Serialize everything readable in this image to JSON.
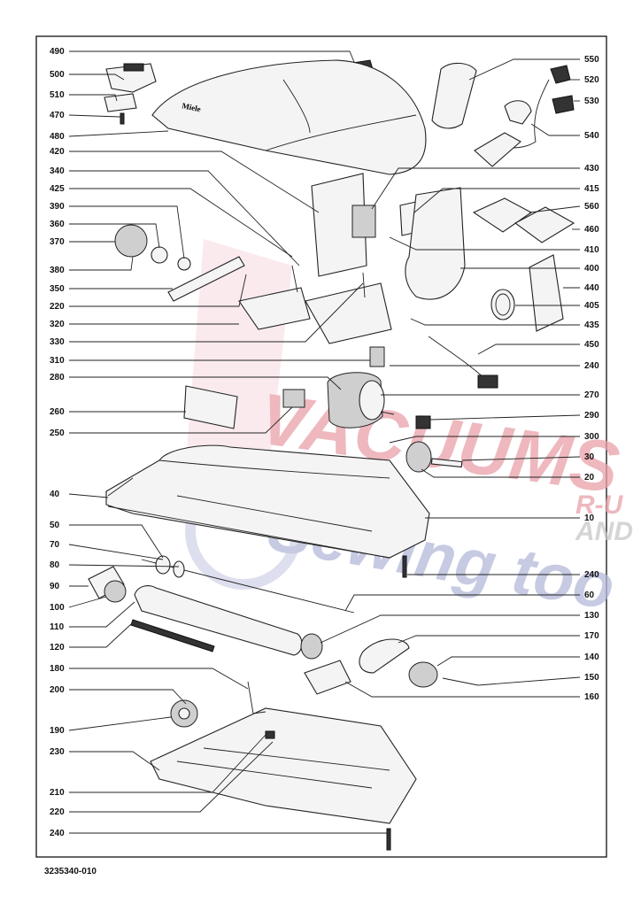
{
  "document_number": "3235340-010",
  "watermark": {
    "lines": [
      "VACUUMS",
      "R-U",
      "AND",
      "Sewing too"
    ],
    "color_red": "#e8a0a8",
    "color_blue": "#b3b8d8"
  },
  "labels_left": [
    "490",
    "500",
    "510",
    "470",
    "480",
    "420",
    "340",
    "425",
    "390",
    "360",
    "370",
    "380",
    "350",
    "220",
    "320",
    "330",
    "310",
    "280",
    "260",
    "250",
    "40",
    "50",
    "70",
    "80",
    "90",
    "100",
    "110",
    "120",
    "180",
    "200",
    "190",
    "230",
    "210",
    "220",
    "240"
  ],
  "labels_right": [
    "550",
    "520",
    "530",
    "540",
    "430",
    "415",
    "560",
    "460",
    "410",
    "400",
    "440",
    "405",
    "435",
    "450",
    "240",
    "270",
    "290",
    "300",
    "30",
    "20",
    "10",
    "240",
    "60",
    "130",
    "170",
    "140",
    "150",
    "160"
  ]
}
